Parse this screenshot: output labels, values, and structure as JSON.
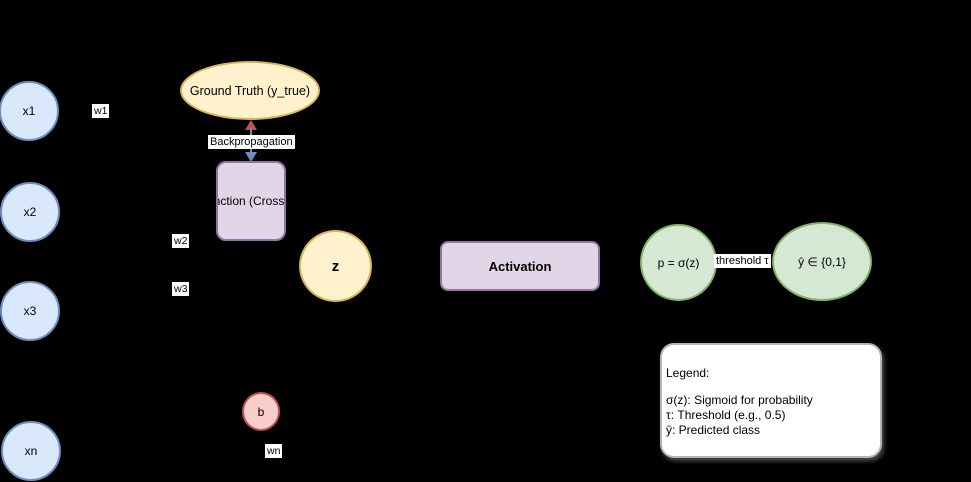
{
  "colors": {
    "background": "#000000",
    "input_fill": "#dae8fc",
    "input_stroke": "#6c8ebf",
    "yellow_fill": "#fff2cc",
    "yellow_stroke": "#d6b656",
    "purple_fill": "#e1d5e7",
    "purple_stroke": "#9673a6",
    "green_fill": "#d5e8d4",
    "green_stroke": "#82b366",
    "bias_fill": "#f8cecc",
    "bias_stroke": "#b85450",
    "arrow_down": "#6c8ebf",
    "arrow_up": "#b85450",
    "label_bg": "#ffffff",
    "legend_bg": "#ffffff"
  },
  "nodes": {
    "inputs": [
      {
        "label": "x1"
      },
      {
        "label": "x2"
      },
      {
        "label": "x3"
      },
      {
        "label": "xn"
      }
    ],
    "ground_truth": {
      "label": "Ground Truth (y_true)"
    },
    "loss": {
      "visible_label": "nction (Cross-"
    },
    "z": {
      "label": "z"
    },
    "activation": {
      "label": "Activation"
    },
    "probability": {
      "label": "p = σ(z)"
    },
    "prediction": {
      "label": "ŷ ∈ {0,1}"
    },
    "bias": {
      "label": "b"
    }
  },
  "edge_labels": {
    "w1": "w1",
    "w2": "w2",
    "w3": "w3",
    "wn": "wn",
    "backpropagation": "Backpropagation",
    "threshold": "threshold τ"
  },
  "legend": {
    "title": "Legend:",
    "lines": [
      "σ(z): Sigmoid for probability",
      "τ: Threshold (e.g., 0.5)",
      "ŷ: Predicted class"
    ]
  }
}
